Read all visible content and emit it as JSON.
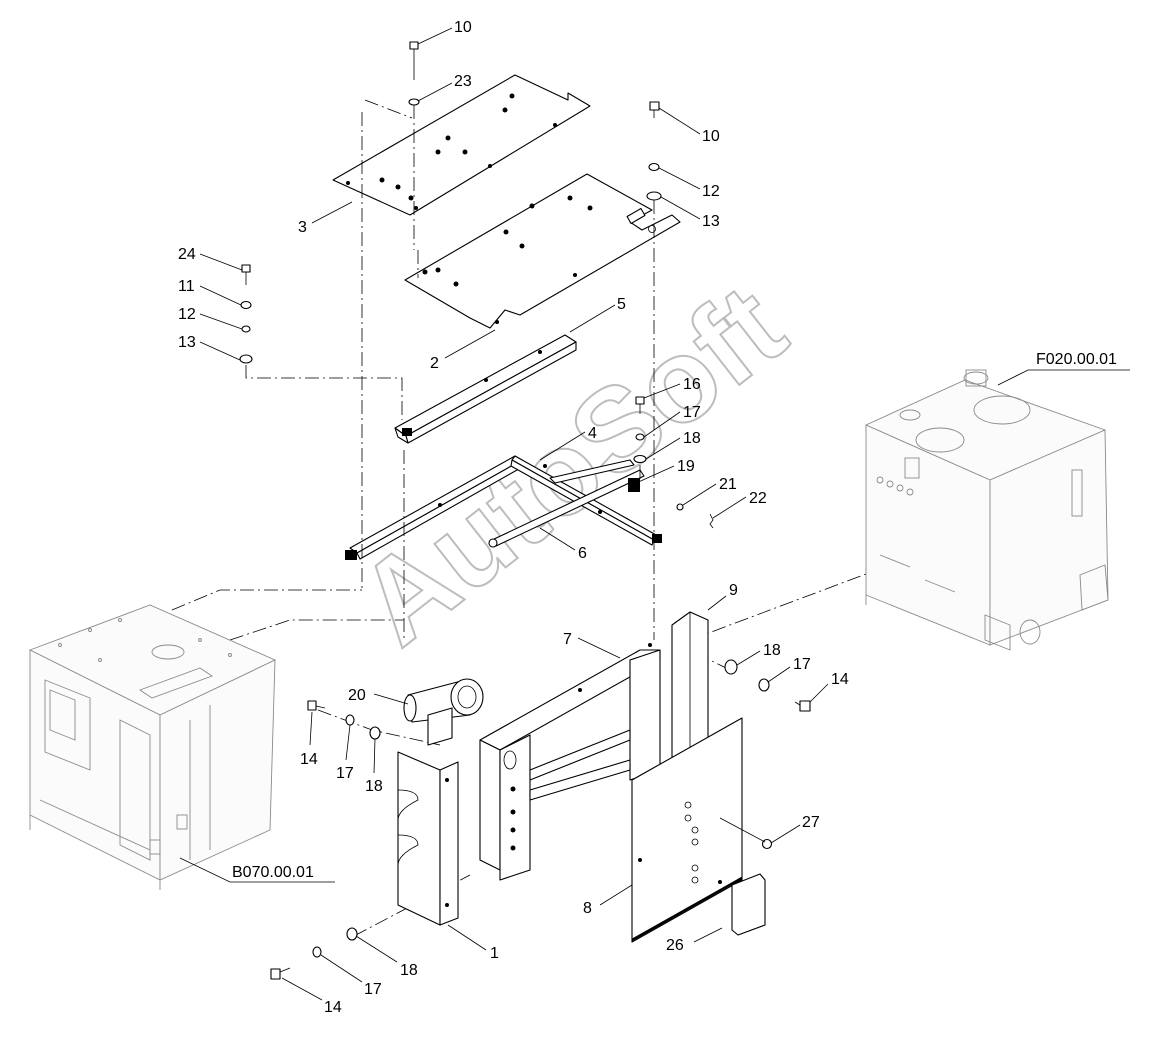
{
  "diagram": {
    "watermark": "AutoSoft",
    "references": {
      "right_unit": "F020.00.01",
      "left_unit": "B070.00.01"
    },
    "callouts": [
      {
        "key": "c10a",
        "text": "10"
      },
      {
        "key": "c23",
        "text": "23"
      },
      {
        "key": "c10b",
        "text": "10"
      },
      {
        "key": "c12a",
        "text": "12"
      },
      {
        "key": "c13a",
        "text": "13"
      },
      {
        "key": "c3",
        "text": "3"
      },
      {
        "key": "c24",
        "text": "24"
      },
      {
        "key": "c11",
        "text": "11"
      },
      {
        "key": "c12b",
        "text": "12"
      },
      {
        "key": "c13b",
        "text": "13"
      },
      {
        "key": "c2",
        "text": "2"
      },
      {
        "key": "c5",
        "text": "5"
      },
      {
        "key": "c16",
        "text": "16"
      },
      {
        "key": "c17a",
        "text": "17"
      },
      {
        "key": "c18a",
        "text": "18"
      },
      {
        "key": "c4",
        "text": "4"
      },
      {
        "key": "c19",
        "text": "19"
      },
      {
        "key": "c21",
        "text": "21"
      },
      {
        "key": "c22",
        "text": "22"
      },
      {
        "key": "c6",
        "text": "6"
      },
      {
        "key": "c9",
        "text": "9"
      },
      {
        "key": "c7",
        "text": "7"
      },
      {
        "key": "c18b",
        "text": "18"
      },
      {
        "key": "c17b",
        "text": "17"
      },
      {
        "key": "c14a",
        "text": "14"
      },
      {
        "key": "c20",
        "text": "20"
      },
      {
        "key": "c14b",
        "text": "14"
      },
      {
        "key": "c17c",
        "text": "17"
      },
      {
        "key": "c18c",
        "text": "18"
      },
      {
        "key": "c27",
        "text": "27"
      },
      {
        "key": "c8",
        "text": "8"
      },
      {
        "key": "c1",
        "text": "1"
      },
      {
        "key": "c26",
        "text": "26"
      },
      {
        "key": "c18d",
        "text": "18"
      },
      {
        "key": "c17d",
        "text": "17"
      },
      {
        "key": "c14c",
        "text": "14"
      }
    ]
  }
}
